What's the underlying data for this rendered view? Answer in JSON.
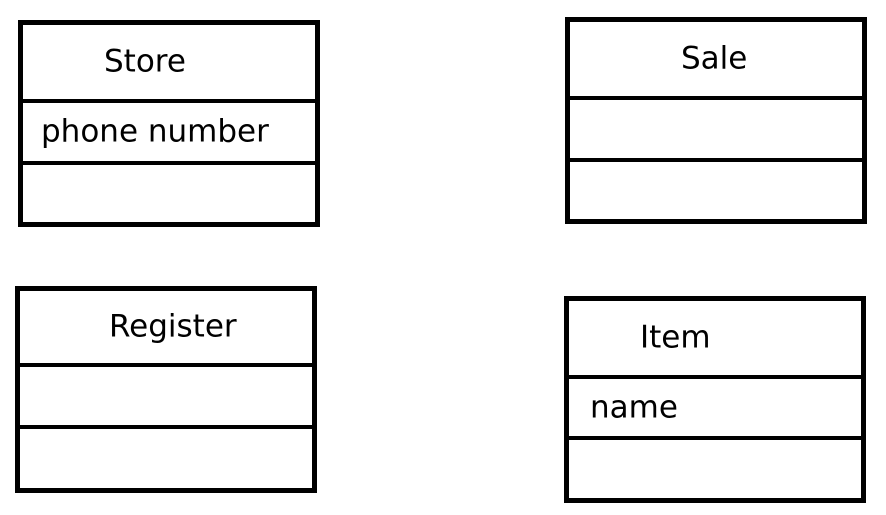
{
  "classes": {
    "store": {
      "name": "Store",
      "attributes": [
        "phone number"
      ]
    },
    "sale": {
      "name": "Sale",
      "attributes": []
    },
    "register": {
      "name": "Register",
      "attributes": []
    },
    "item": {
      "name": "Item",
      "attributes": [
        "name"
      ]
    }
  }
}
